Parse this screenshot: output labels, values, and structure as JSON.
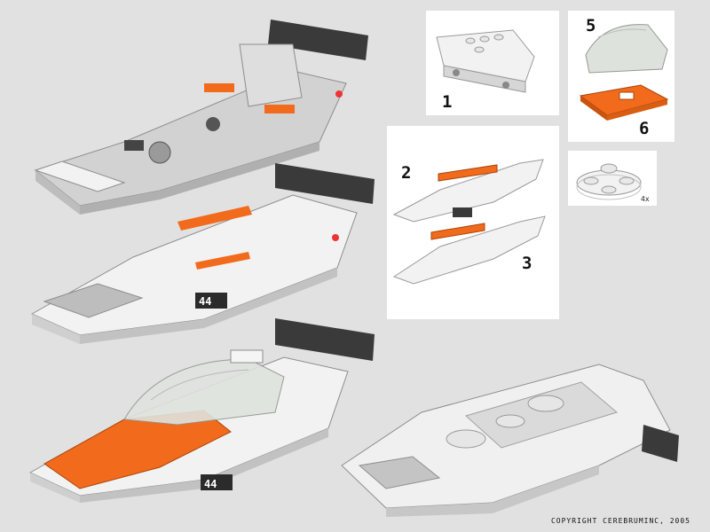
{
  "steps": {
    "s1": "1",
    "s2": "2",
    "s3": "3",
    "s5": "5",
    "s6": "6"
  },
  "parts_callout": {
    "quantity": "4x"
  },
  "assembly": {
    "car_number": "44"
  },
  "footer": {
    "copyright": "COPYRIGHT CEREBRUMINC, 2005"
  },
  "colors": {
    "background": "#e1e1e1",
    "panel": "#ffffff",
    "brick_white": "#f2f2f2",
    "brick_gray": "#c8c8c8",
    "brick_dark": "#3a3a3a",
    "brick_orange": "#f26a1b",
    "canopy": "#d9ddd8"
  }
}
